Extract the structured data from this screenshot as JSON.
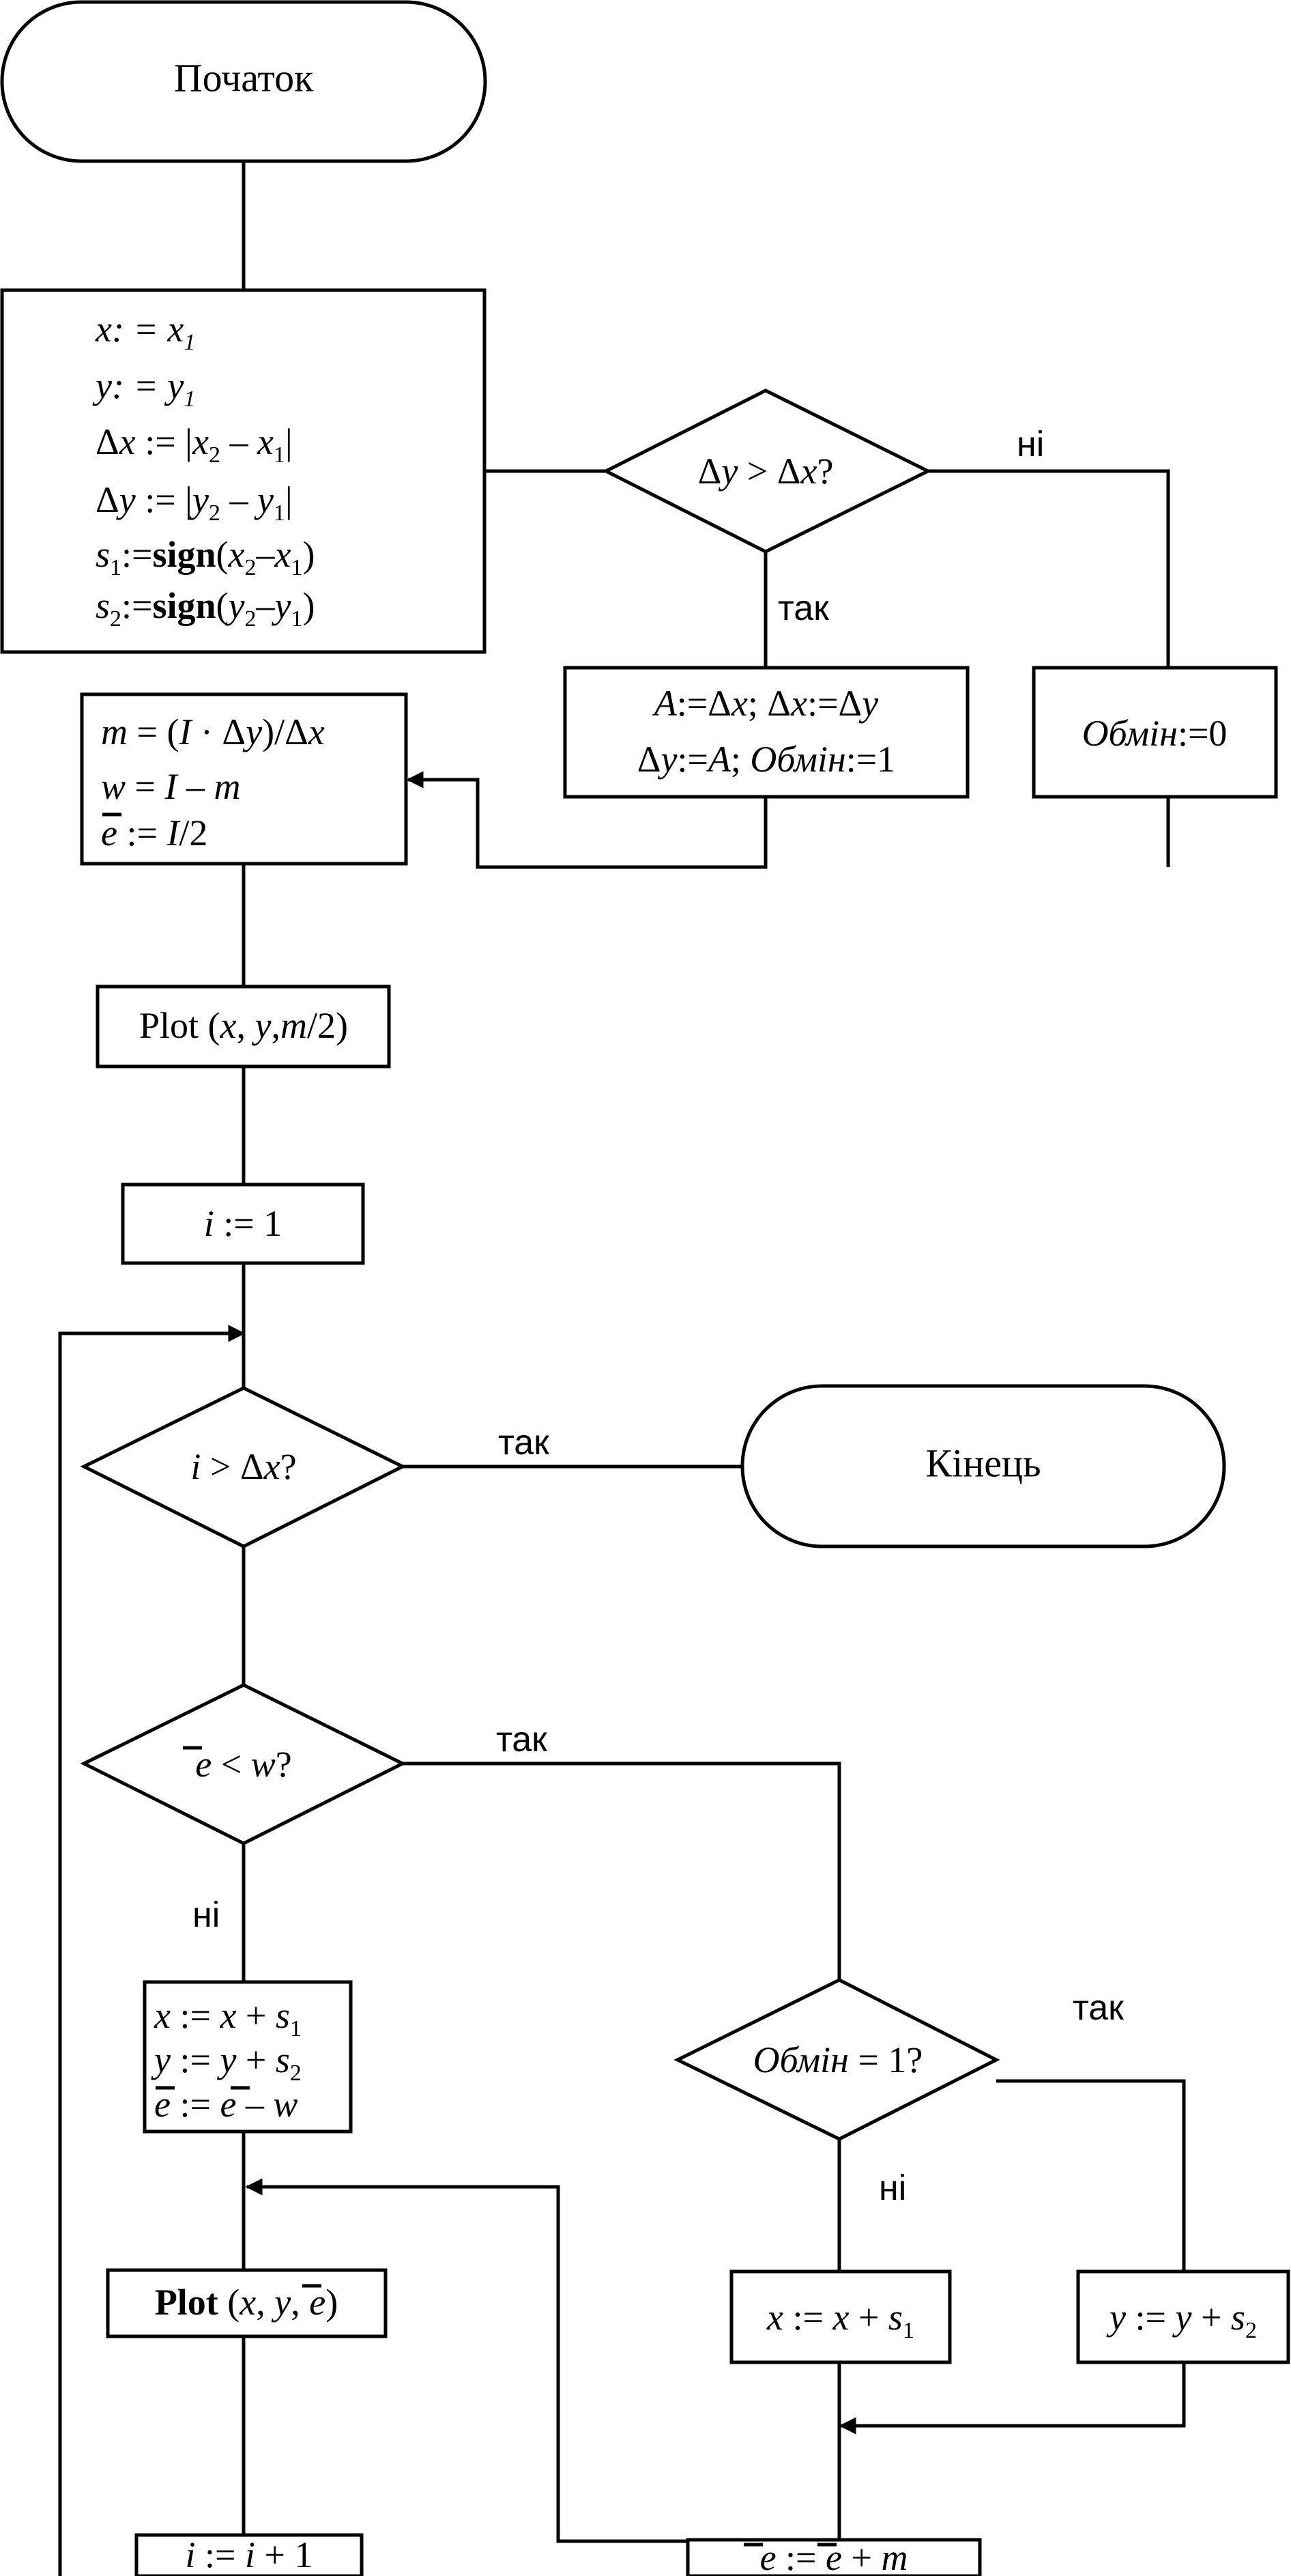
{
  "terminals": {
    "start": "Початок",
    "end": "Кінець"
  },
  "init_block": {
    "lines": [
      "x: = x1",
      "y: = y1",
      "Δx := |x2 – x1|",
      "Δy := |y2 – y1|",
      "s1:=sign(x2–x1)",
      "s2:=sign(y2–y1)"
    ]
  },
  "decisions": {
    "d1": "Δy > Δx?",
    "d2": "i > Δx?",
    "d3": "e < w?",
    "d4": "Обмін = 1?"
  },
  "branch_labels": {
    "yes": "так",
    "no": "ні"
  },
  "blocks": {
    "swap": [
      "A:=Δx; Δx:=Δy",
      "Δy:=A; Обмін:=1"
    ],
    "noswap": "Обмін:=0",
    "params": [
      "m = (I · Δy)/Δx",
      "w = I – m",
      "e := I/2"
    ],
    "plot1": "Plot (x, y,m/2)",
    "i_init": "i := 1",
    "step_both": [
      "x := x + s1",
      "y := y + s2",
      "e := e – w"
    ],
    "plot2": "Plot (x, y, e)",
    "i_inc": "i := i + 1",
    "step_x": "x := x + s1",
    "step_y": "y := y + s2",
    "e_inc": "e := e + m"
  }
}
